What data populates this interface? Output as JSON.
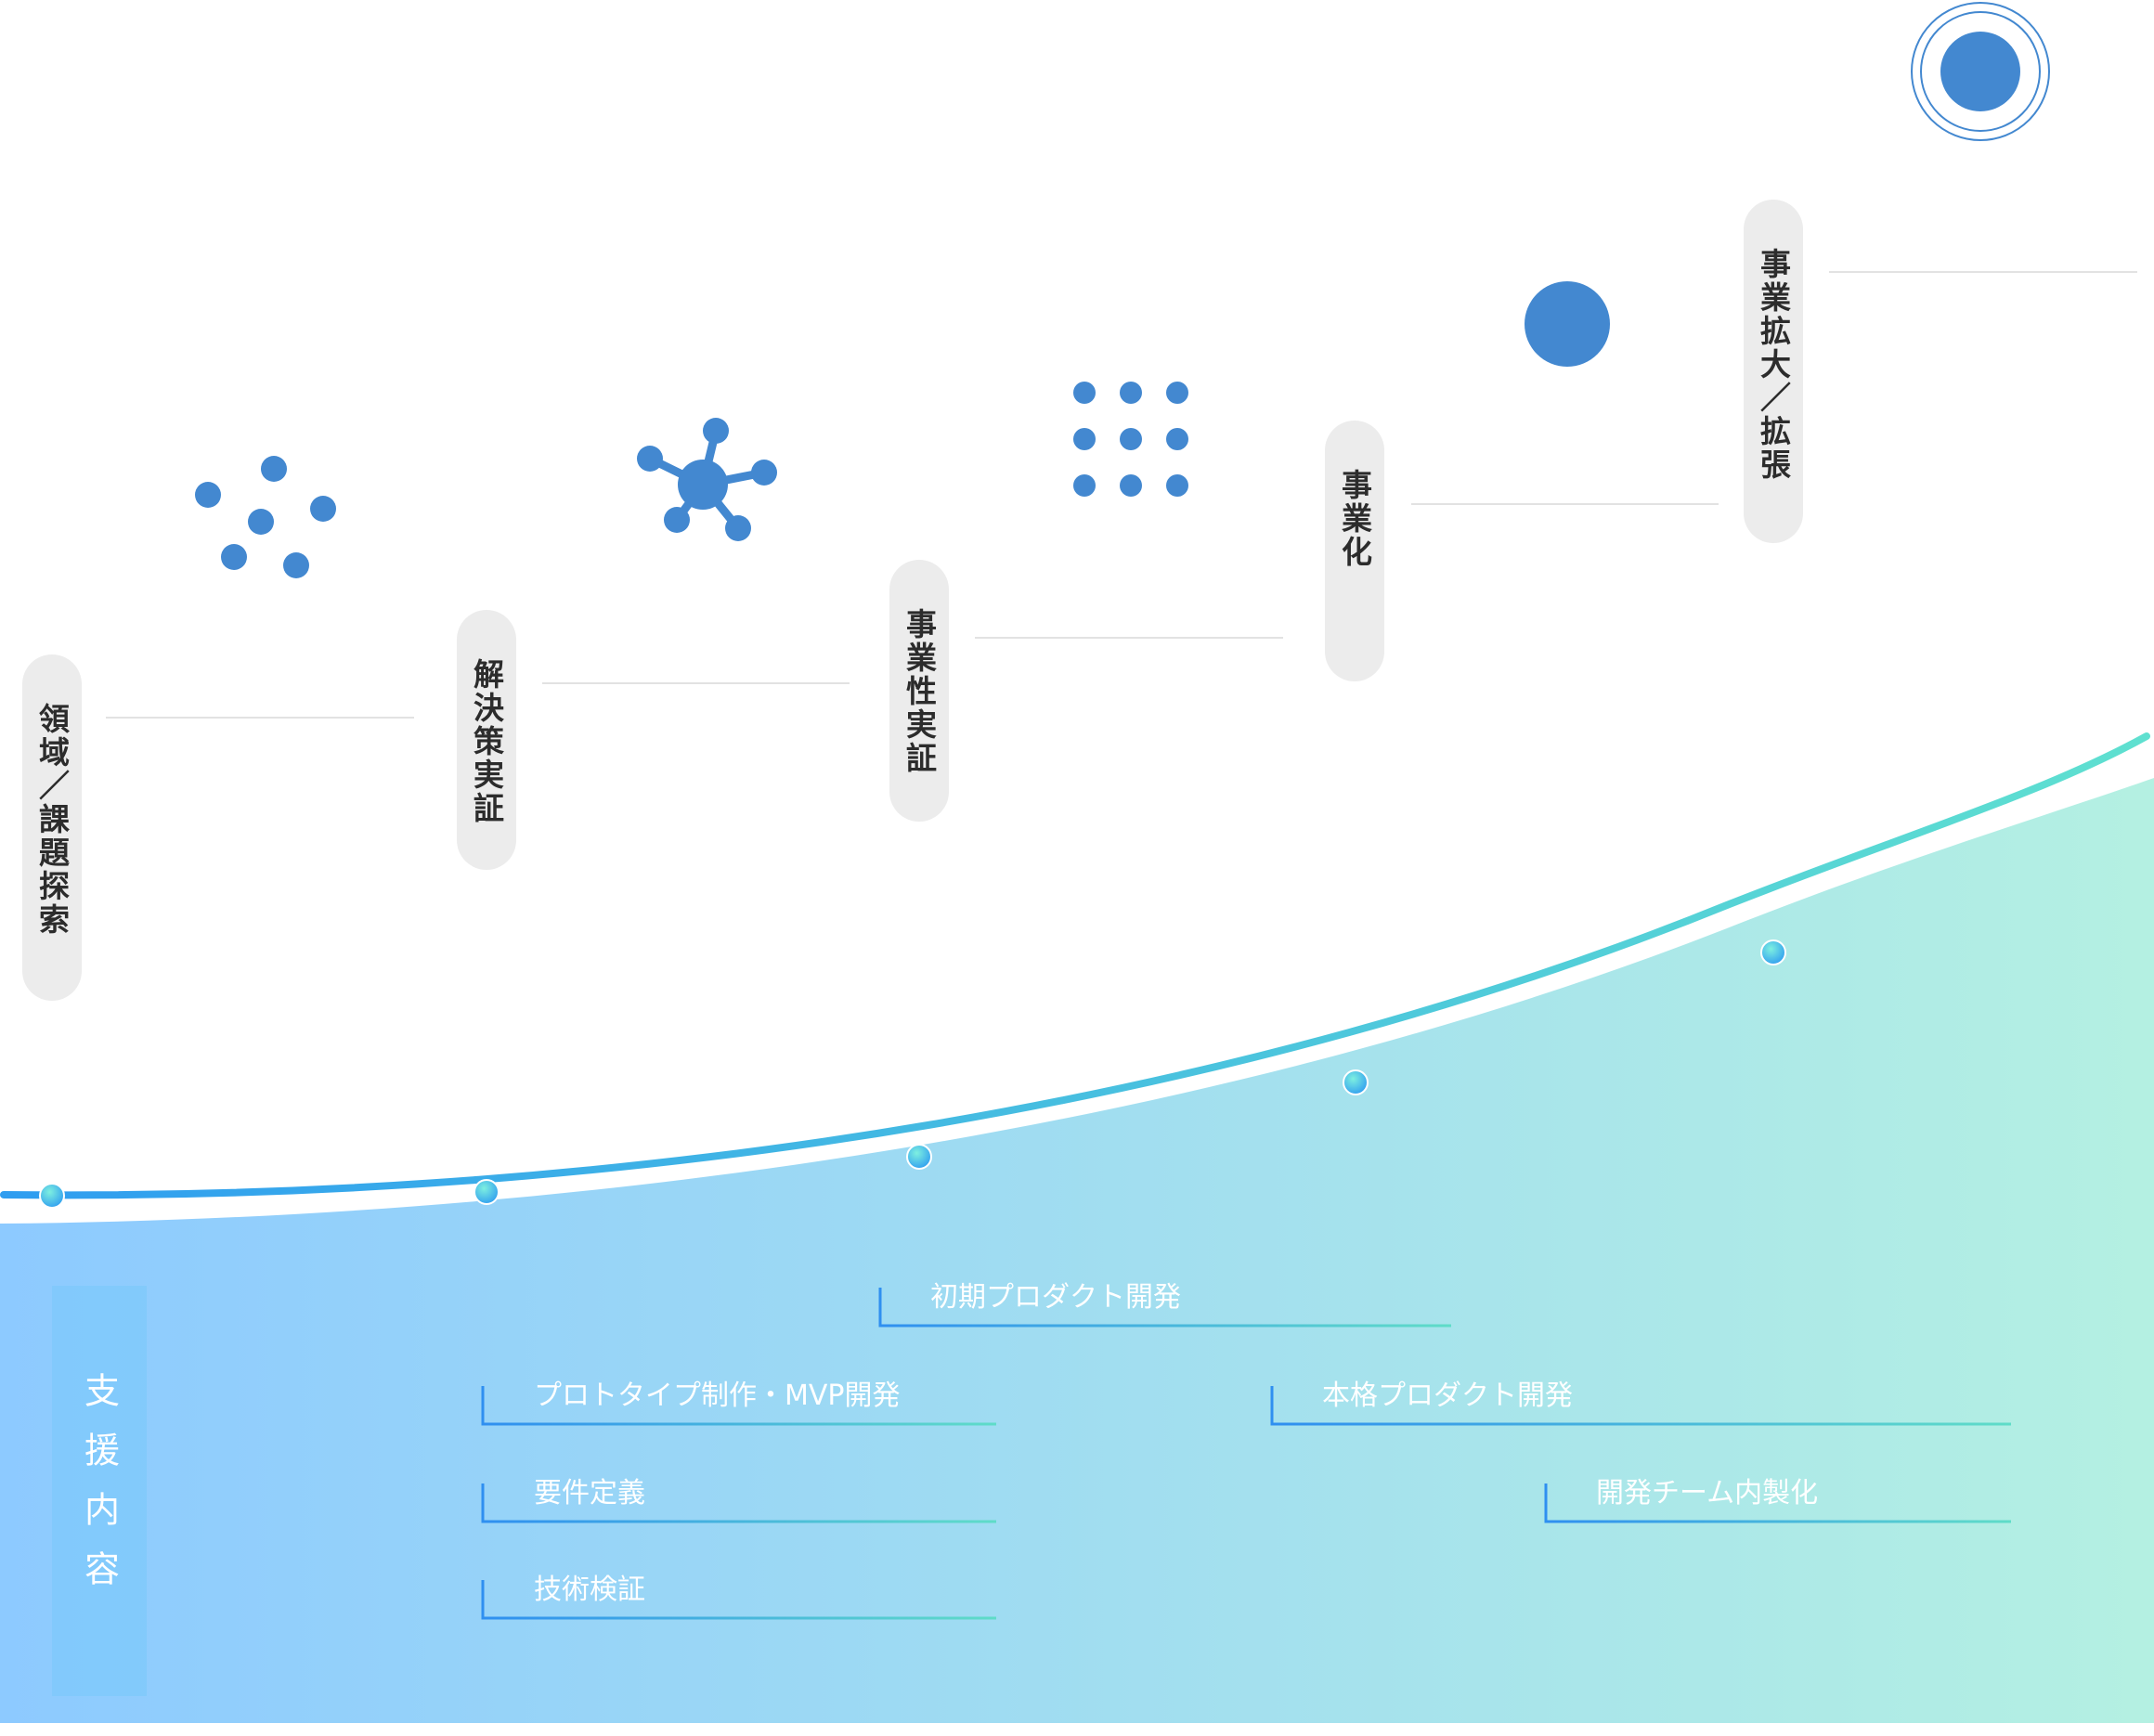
{
  "stages": [
    {
      "label": "領域／課題探索",
      "icon": "scattered-dots-icon"
    },
    {
      "label": "解決策実証",
      "icon": "molecule-icon"
    },
    {
      "label": "事業性実証",
      "icon": "dot-grid-icon"
    },
    {
      "label": "事業化",
      "icon": "solid-circle-icon"
    },
    {
      "label": "事業拡大／拡張",
      "icon": "target-circle-icon"
    }
  ],
  "support": {
    "title": "支援内容",
    "items": [
      {
        "label": "初期プロダクト開発"
      },
      {
        "label": "プロトタイプ制作・MVP開発"
      },
      {
        "label": "本格プロダクト開発"
      },
      {
        "label": "要件定義"
      },
      {
        "label": "開発チーム内製化"
      },
      {
        "label": "技術検証"
      }
    ]
  },
  "colors": {
    "icon_blue": "#4388d0",
    "pill_bg": "#ececec",
    "curve_start": "#2f9df0",
    "curve_end": "#5fe0d0",
    "area_start": "#8dcaff",
    "area_end": "#b4f0e2"
  }
}
